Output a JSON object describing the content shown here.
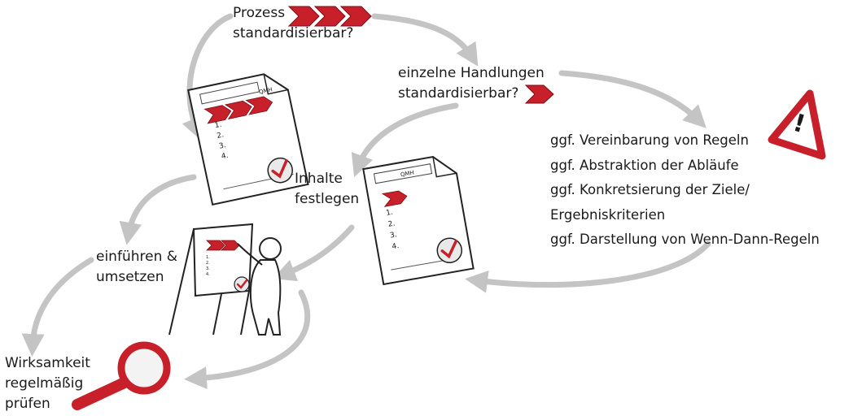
{
  "diagram": {
    "labels": {
      "prozess": [
        "Prozess",
        "standardisierbar?"
      ],
      "handlungen": [
        "einzelne Handlungen",
        "standardisierbar?"
      ],
      "inhalte": [
        "Inhalte",
        "festlegen"
      ],
      "einfuehren": [
        "einführen &",
        "umsetzen"
      ],
      "wirksamkeit": [
        "Wirksamkeit",
        "regelmäßig",
        "prüfen"
      ]
    },
    "notes": [
      "ggf. Vereinbarung von Regeln",
      "ggf. Abstraktion der Abläufe",
      "ggf. Konkretsierung der Ziele/",
      "Ergebniskriterien",
      "ggf. Darstellung von Wenn-Dann-Regeln"
    ],
    "documents": {
      "header": "QMH",
      "list_numbers": [
        "1.",
        "2.",
        "3.",
        "4."
      ]
    },
    "warning_symbol": "!",
    "icons": [
      "chevron-arrows-icon",
      "document-icon",
      "checkmark-icon",
      "warning-triangle-icon",
      "flipchart-icon",
      "person-icon",
      "magnifier-icon"
    ],
    "colors": {
      "accent": "#c8202b",
      "arrow": "#c4c4c4",
      "ink": "#1a1a1a"
    }
  }
}
